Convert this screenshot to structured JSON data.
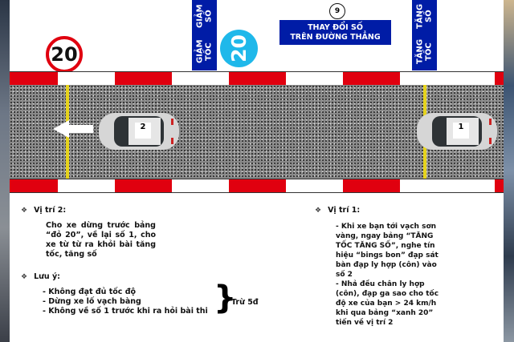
{
  "signs": {
    "red_speed": "20",
    "blue_speed": "20",
    "slow_down": [
      "GIẢM TỐC",
      "GIẢM SỐ"
    ],
    "speed_up": [
      "TĂNG TỐC",
      "TĂNG SỐ"
    ],
    "lesson_number": "9",
    "lesson_title": [
      "THAY ĐỔI SỐ",
      "TRÊN ĐƯỜNG THẲNG"
    ]
  },
  "cars": {
    "car_left": "2",
    "car_right": "1"
  },
  "position2": {
    "heading": "Vị trí 2:",
    "body": "Cho xe dừng trước bảng “đỏ 20”, về lại số 1, cho xe từ từ ra khỏi bài tăng tốc, tăng số"
  },
  "notes": {
    "heading": "Lưu ý:",
    "items": [
      "- Không đạt đủ tốc độ",
      "- Dừng xe lố vạch bàng",
      "- Không về số 1 trước khi ra hỏi bài thi"
    ],
    "penalty": "Trừ 5đ"
  },
  "position1": {
    "heading": "Vị trí 1:",
    "items": [
      "- Khi xe bạn tới vạch sơn vàng, ngay bảng “TĂNG TỐC TĂNG SỐ”, nghe tín hiệu “bings bon” đạp sát bàn đạp ly hợp (côn) vào số 2",
      "- Nhả đều chân ly hợp (côn), đạp ga sao cho tốc độ xe của bạn > 24 km/h khi qua bảng “xanh 20” tiến về vị trí 2"
    ]
  },
  "colors": {
    "red": "#e0000f",
    "blue": "#001ca6",
    "cyan": "#1fb8ea",
    "yellow": "#e6d31c"
  }
}
